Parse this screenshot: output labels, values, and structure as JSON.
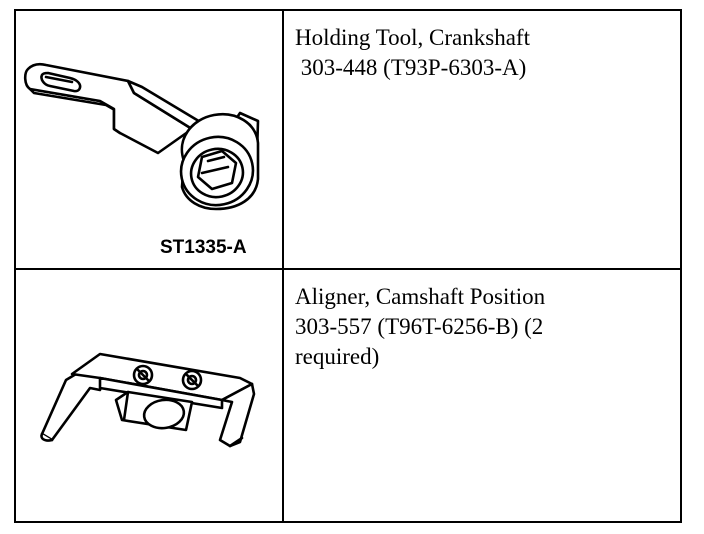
{
  "rows": [
    {
      "name": "Holding Tool, Crankshaft",
      "code": " 303-448 (T93P-6303-A)",
      "art_code": "ST1335-A",
      "icon": "crankshaft-holding-tool-illustration"
    },
    {
      "name": "Aligner, Camshaft Position",
      "code_line1": "303-557 (T96T-6256-B) (2",
      "code_line2": "required)",
      "icon": "camshaft-aligner-illustration"
    }
  ]
}
